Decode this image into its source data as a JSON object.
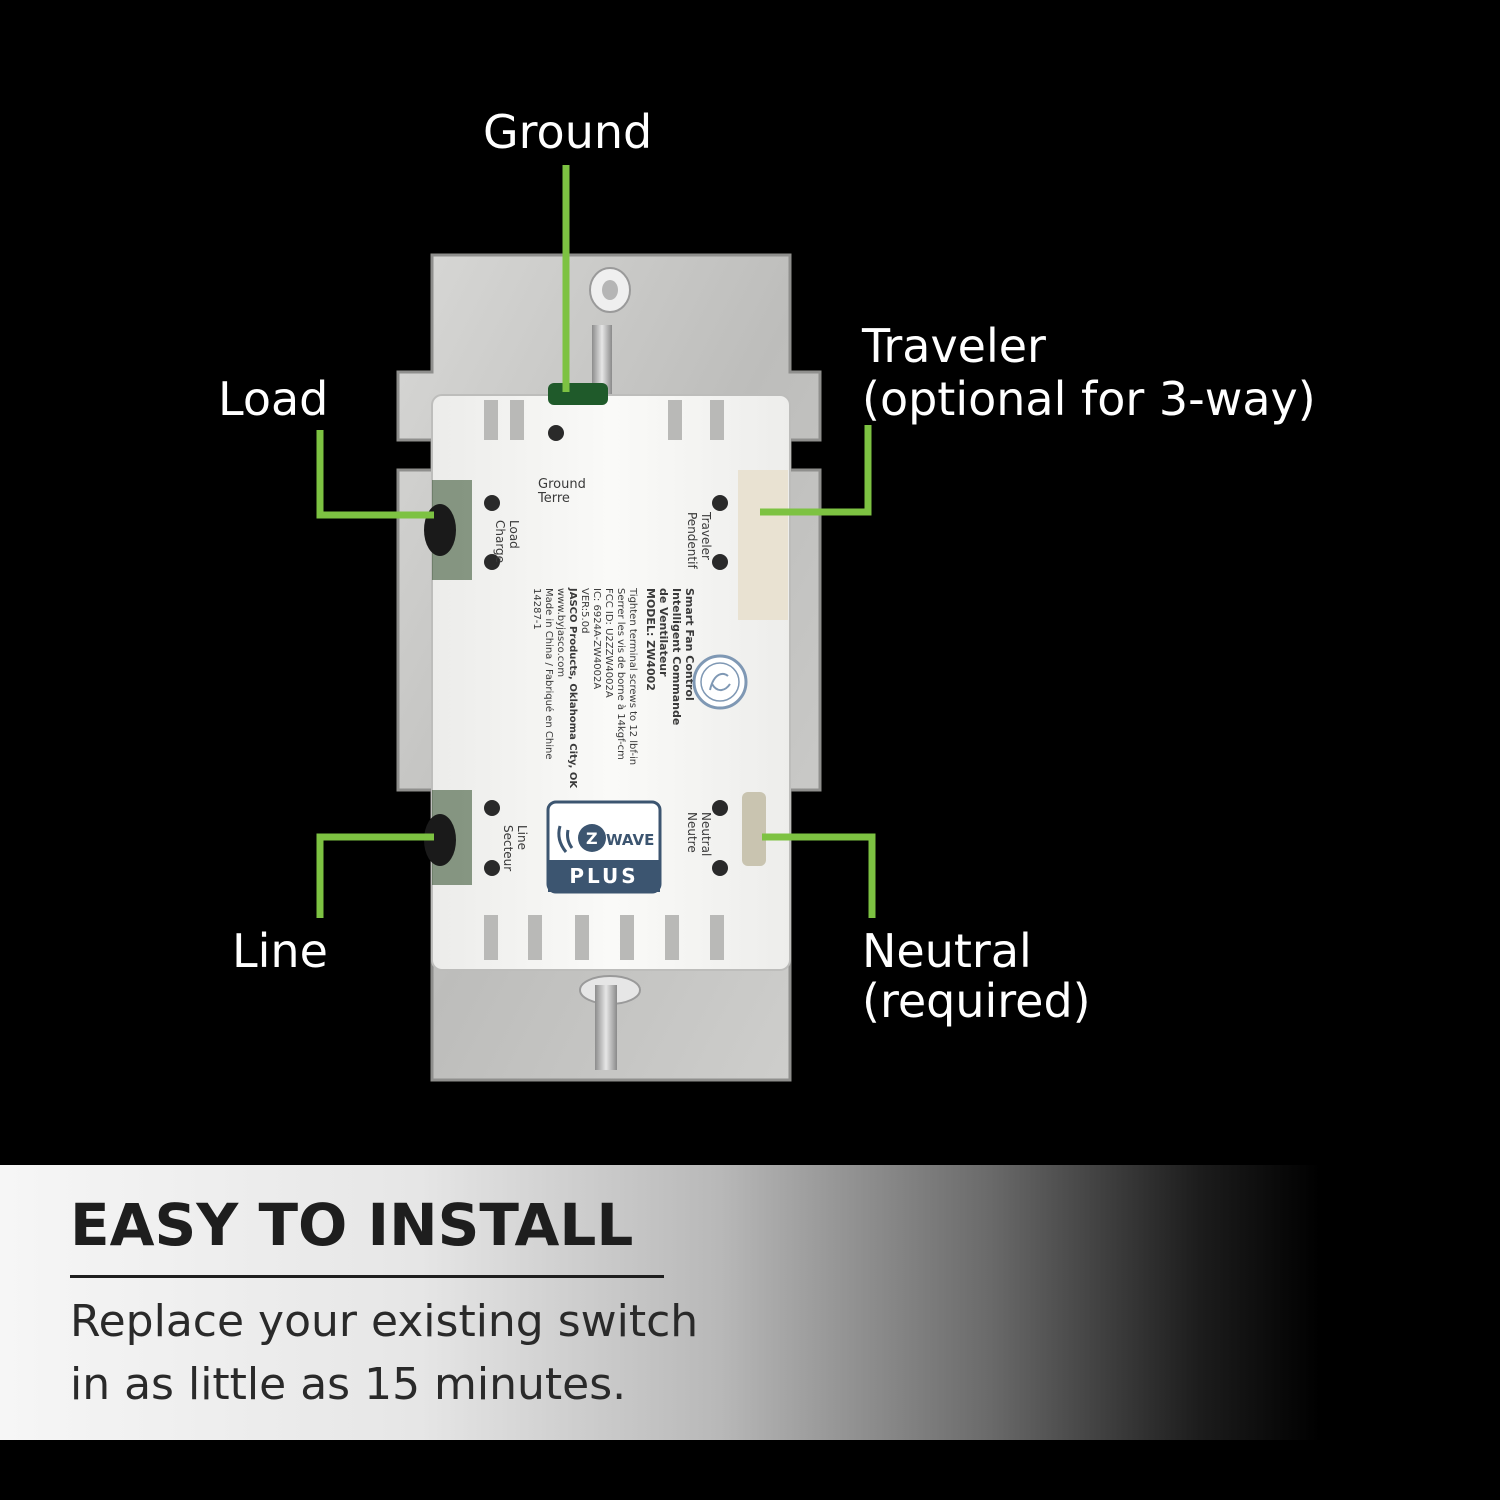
{
  "callouts": {
    "ground": "Ground",
    "load": "Load",
    "line": "Line",
    "traveler_1": "Traveler",
    "traveler_2": "(optional for 3-way)",
    "neutral_1": "Neutral",
    "neutral_2": "(required)"
  },
  "device": {
    "ground_label": [
      "Ground",
      "Terre"
    ],
    "load_label": [
      "Load",
      "Charge"
    ],
    "line_label": [
      "Line",
      "Secteur"
    ],
    "traveler_label": [
      "Traveler",
      "Pendentif"
    ],
    "neutral_label": [
      "Neutral",
      "Neutre"
    ],
    "spec_lines": [
      "Smart Fan Control",
      "Intelligent Commande",
      "de Ventilateur",
      "MODEL: ZW4002",
      "Tighten terminal screws to 12 lbf-in",
      "Serrer les vis de borne à 14kgf-cm",
      "FCC ID: U2ZZW4002A",
      "IC: 6924A-ZW4002A",
      "VER:5.0d",
      "JASCO Products, Oklahoma City, OK",
      "www.byjasco.com",
      "Made in China / Fabriqué en Chine",
      "14287-1"
    ],
    "zwave_brand": "WAVE",
    "zwave_sub": "PLUS"
  },
  "banner": {
    "title": "EASY TO INSTALL",
    "body_line1": "Replace your existing switch",
    "body_line2": "in as little as 15 minutes."
  },
  "colors": {
    "background": "#000000",
    "callout_line": "#7dc242",
    "device_body": "#f4f4f2",
    "plate": "#c9c9c7",
    "zwave_badge": "#3c5570"
  }
}
